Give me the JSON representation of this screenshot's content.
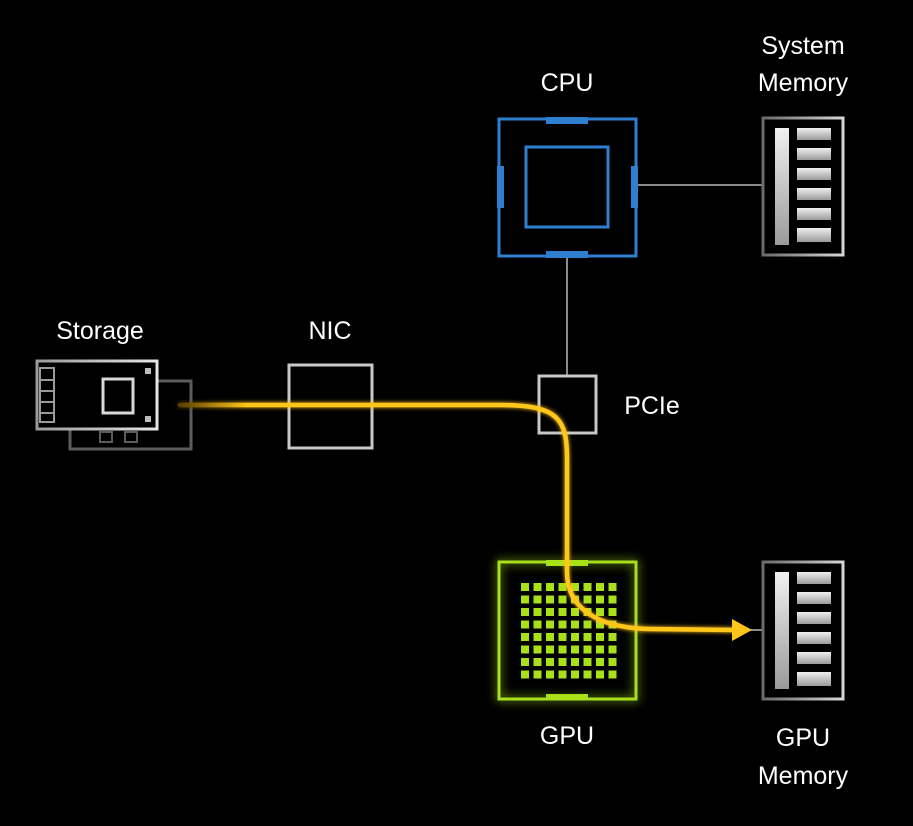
{
  "labels": {
    "cpu": "CPU",
    "system_memory_line1": "System",
    "system_memory_line2": "Memory",
    "storage": "Storage",
    "nic": "NIC",
    "pcie": "PCIe",
    "gpu": "GPU",
    "gpu_memory_line1": "GPU",
    "gpu_memory_line2": "Memory"
  },
  "colors": {
    "background": "#000000",
    "cpu": "#2f7fd0",
    "gpu": "#a8e01a",
    "data_path": "#ffc61a",
    "component_outline": "#c8c8c8",
    "connector": "#8a8a8a"
  },
  "icons": {
    "cpu": "cpu-chip-icon",
    "gpu": "gpu-chip-icon",
    "system_memory": "memory-module-icon",
    "gpu_memory": "memory-module-icon",
    "storage": "storage-drive-icon",
    "nic": "nic-box-icon",
    "pcie": "pcie-switch-icon"
  },
  "edges": [
    {
      "from": "CPU",
      "to": "System Memory"
    },
    {
      "from": "CPU",
      "to": "PCIe"
    },
    {
      "from": "Storage",
      "to": "GPU Memory",
      "via": [
        "NIC",
        "PCIe",
        "GPU"
      ],
      "highlighted": true
    }
  ]
}
